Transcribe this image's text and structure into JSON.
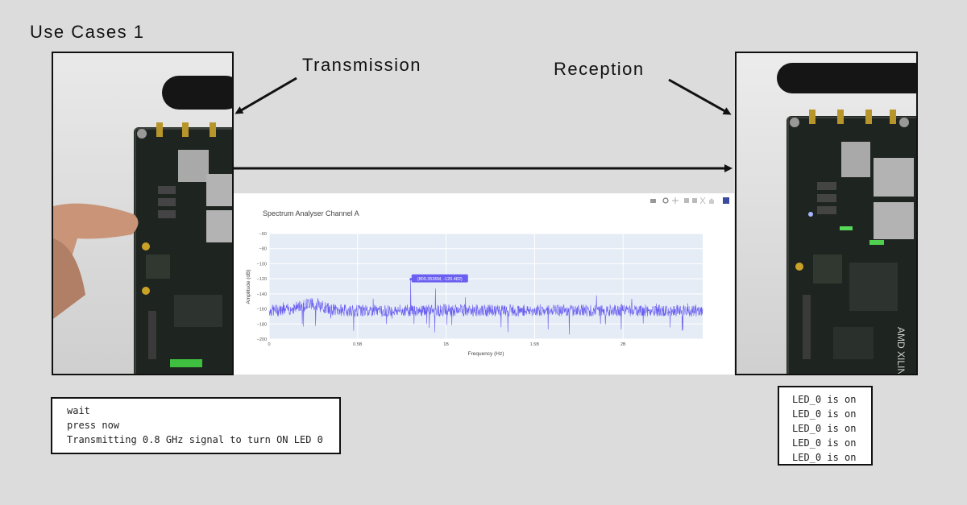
{
  "page_title": "Use Cases 1",
  "labels": {
    "transmission": "Transmission",
    "reception": "Reception"
  },
  "tx_console": {
    "lines": [
      "wait",
      "press now",
      "Transmitting 0.8 GHz signal to turn ON LED 0"
    ]
  },
  "rx_console": {
    "lines": [
      "LED_0 is on",
      "LED_0 is on",
      "LED_0 is on",
      "LED_0 is on",
      "LED_0 is on"
    ]
  },
  "rx_board": {
    "brand_text": "AMD XILINX"
  },
  "chart_data": {
    "type": "line",
    "title": "Spectrum Analyser Channel A",
    "xlabel": "Frequency (Hz)",
    "ylabel": "Amplitude (dB)",
    "xlim": [
      0,
      2450000000
    ],
    "ylim": [
      -200,
      -60
    ],
    "x_ticks": [
      0,
      500000000,
      1000000000,
      1500000000,
      2000000000
    ],
    "x_tick_labels": [
      "0",
      "0.5B",
      "1B",
      "1.5B",
      "2B"
    ],
    "y_ticks": [
      -60,
      -80,
      -100,
      -120,
      -140,
      -160,
      -180,
      -200
    ],
    "y_tick_labels": [
      "−60",
      "−80",
      "−100",
      "−120",
      "−140",
      "−160",
      "−180",
      "−200"
    ],
    "series": [
      {
        "color": "#6a5ff0",
        "noise_floor": -162,
        "noise_spread": 8,
        "features": [
          {
            "x": 230000000,
            "y": -141
          },
          {
            "x": 800353600,
            "y": -120.482
          },
          {
            "x": 940000000,
            "y": -133
          },
          {
            "x": 1850000000,
            "y": -142
          }
        ]
      }
    ],
    "annotation": {
      "text": "(800.3536M, -120.482)",
      "x": 800353600,
      "y": -120.482
    },
    "plot_bg": "#e5ecf6",
    "grid": true
  }
}
